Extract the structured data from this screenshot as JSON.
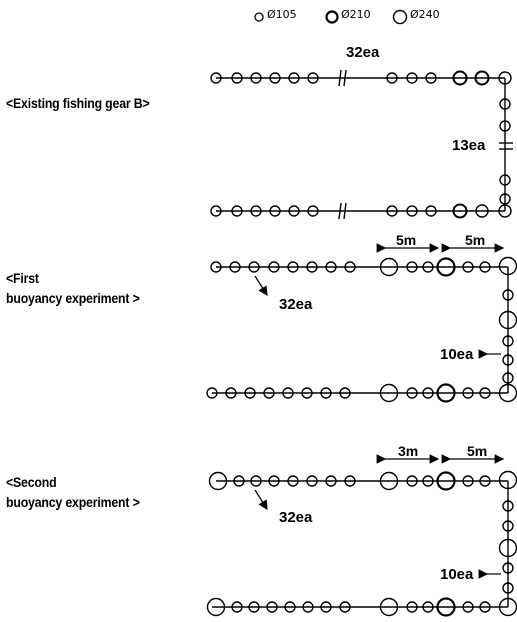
{
  "legend": [
    {
      "size": "small",
      "text": "Ø105"
    },
    {
      "size": "medium",
      "text": "Ø210"
    },
    {
      "size": "large",
      "text": "Ø240"
    }
  ],
  "panels": [
    {
      "label": "<Existing fishing gear B>",
      "top_count": "32ea",
      "side_count": "13ea"
    },
    {
      "label_lines": [
        "<First",
        "buoyancy experiment >"
      ],
      "top_count": "32ea",
      "side_count": "10ea",
      "spacing_left": "5m",
      "spacing_right": "5m"
    },
    {
      "label_lines": [
        "<Second",
        "buoyancy experiment >"
      ],
      "top_count": "32ea",
      "side_count": "10ea",
      "spacing_left": "3m",
      "spacing_right": "5m"
    }
  ]
}
